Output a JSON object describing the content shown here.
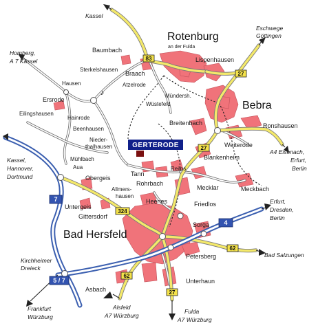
{
  "highlight": "GERTERODE",
  "towns": {
    "rotenburg": "Rotenburg",
    "rotenburg_sub": "an der Fulda",
    "bebra": "Bebra",
    "bad_hersfeld": "Bad Hersfeld"
  },
  "places": {
    "baumbach": "Baumbach",
    "lispenhausen": "Lispenhausen",
    "sterkelshausen": "Sterkelshausen",
    "braach": "Braach",
    "atzelrode": "Atzelrode",
    "muendershausen": "Mündersh.",
    "wuestefeld": "Wüstefeld",
    "hausen": "Hausen",
    "ersrode": "Ersrode",
    "hainrode": "Hainrode",
    "beenhausen": "Beenhausen",
    "eilingshausen": "Eilingshausen",
    "breitenbach": "Breitenbach",
    "weiterode": "Weiterode",
    "ronshausen": "Ronshausen",
    "blankenheim": "Blankenheim",
    "niederthalhausen_1": "Nieder-",
    "niederthalhausen_2": "thalhausen",
    "muehlbach": "Mühlbach",
    "aua": "Aua",
    "obergeis": "Obergeis",
    "tann": "Tann",
    "rohrbach": "Rohrbach",
    "reilos": "Reilos",
    "mecklar": "Mecklar",
    "meckbach": "Meckbach",
    "allmershausen_1": "Allmers-",
    "allmershausen_2": "hausen",
    "heenes": "Heenes",
    "friedlos": "Friedlos",
    "untergeis": "Untergeis",
    "gittersdorf": "Gittersdorf",
    "sorga": "Sorga",
    "petersberg": "Petersberg",
    "unterhaun": "Unterhaun",
    "asbach": "Asbach"
  },
  "destinations": {
    "kassel": "Kassel",
    "eschwege_1": "Eschwege",
    "eschwege_2": "Göttingen",
    "homberg_1": "Homberg,",
    "homberg_2": "A 7 Kassel",
    "eisenach_1": "A4  Eisenach,",
    "eisenach_2": "Erfurt,",
    "eisenach_3": "Berlin",
    "kassel_hann_1": "Kassel,",
    "kassel_hann_2": "Hannover,",
    "kassel_hann_3": "Dortmund",
    "erfurt_1": "Erfurt,",
    "erfurt_2": "Dresden,",
    "erfurt_3": "Berlin",
    "bad_salzungen": "Bad Salzungen",
    "kirchheim_1": "Kirchheimer",
    "kirchheim_2": "Dreieck",
    "frankfurt_1": "Frankfurt",
    "frankfurt_2": "Würzburg",
    "alsfeld_1": "Alsfeld",
    "alsfeld_2": "A7 Würzburg",
    "fulda_1": "Fulda",
    "fulda_2": "A7 Würzburg"
  },
  "road_badges": {
    "b83_top": "83",
    "b27_bebra": "27",
    "b27_mid": "27",
    "b324": "324",
    "b62_east": "62",
    "b62_south": "62",
    "b27_south": "27",
    "a7_upper": "7",
    "a4_east": "4",
    "a5_7": "5 / 7"
  },
  "colors": {
    "town_fill": "#f0737a",
    "federal_road": "#f4e96a",
    "autobahn": "#3b5fb0",
    "highlight_box": "#10208a"
  }
}
